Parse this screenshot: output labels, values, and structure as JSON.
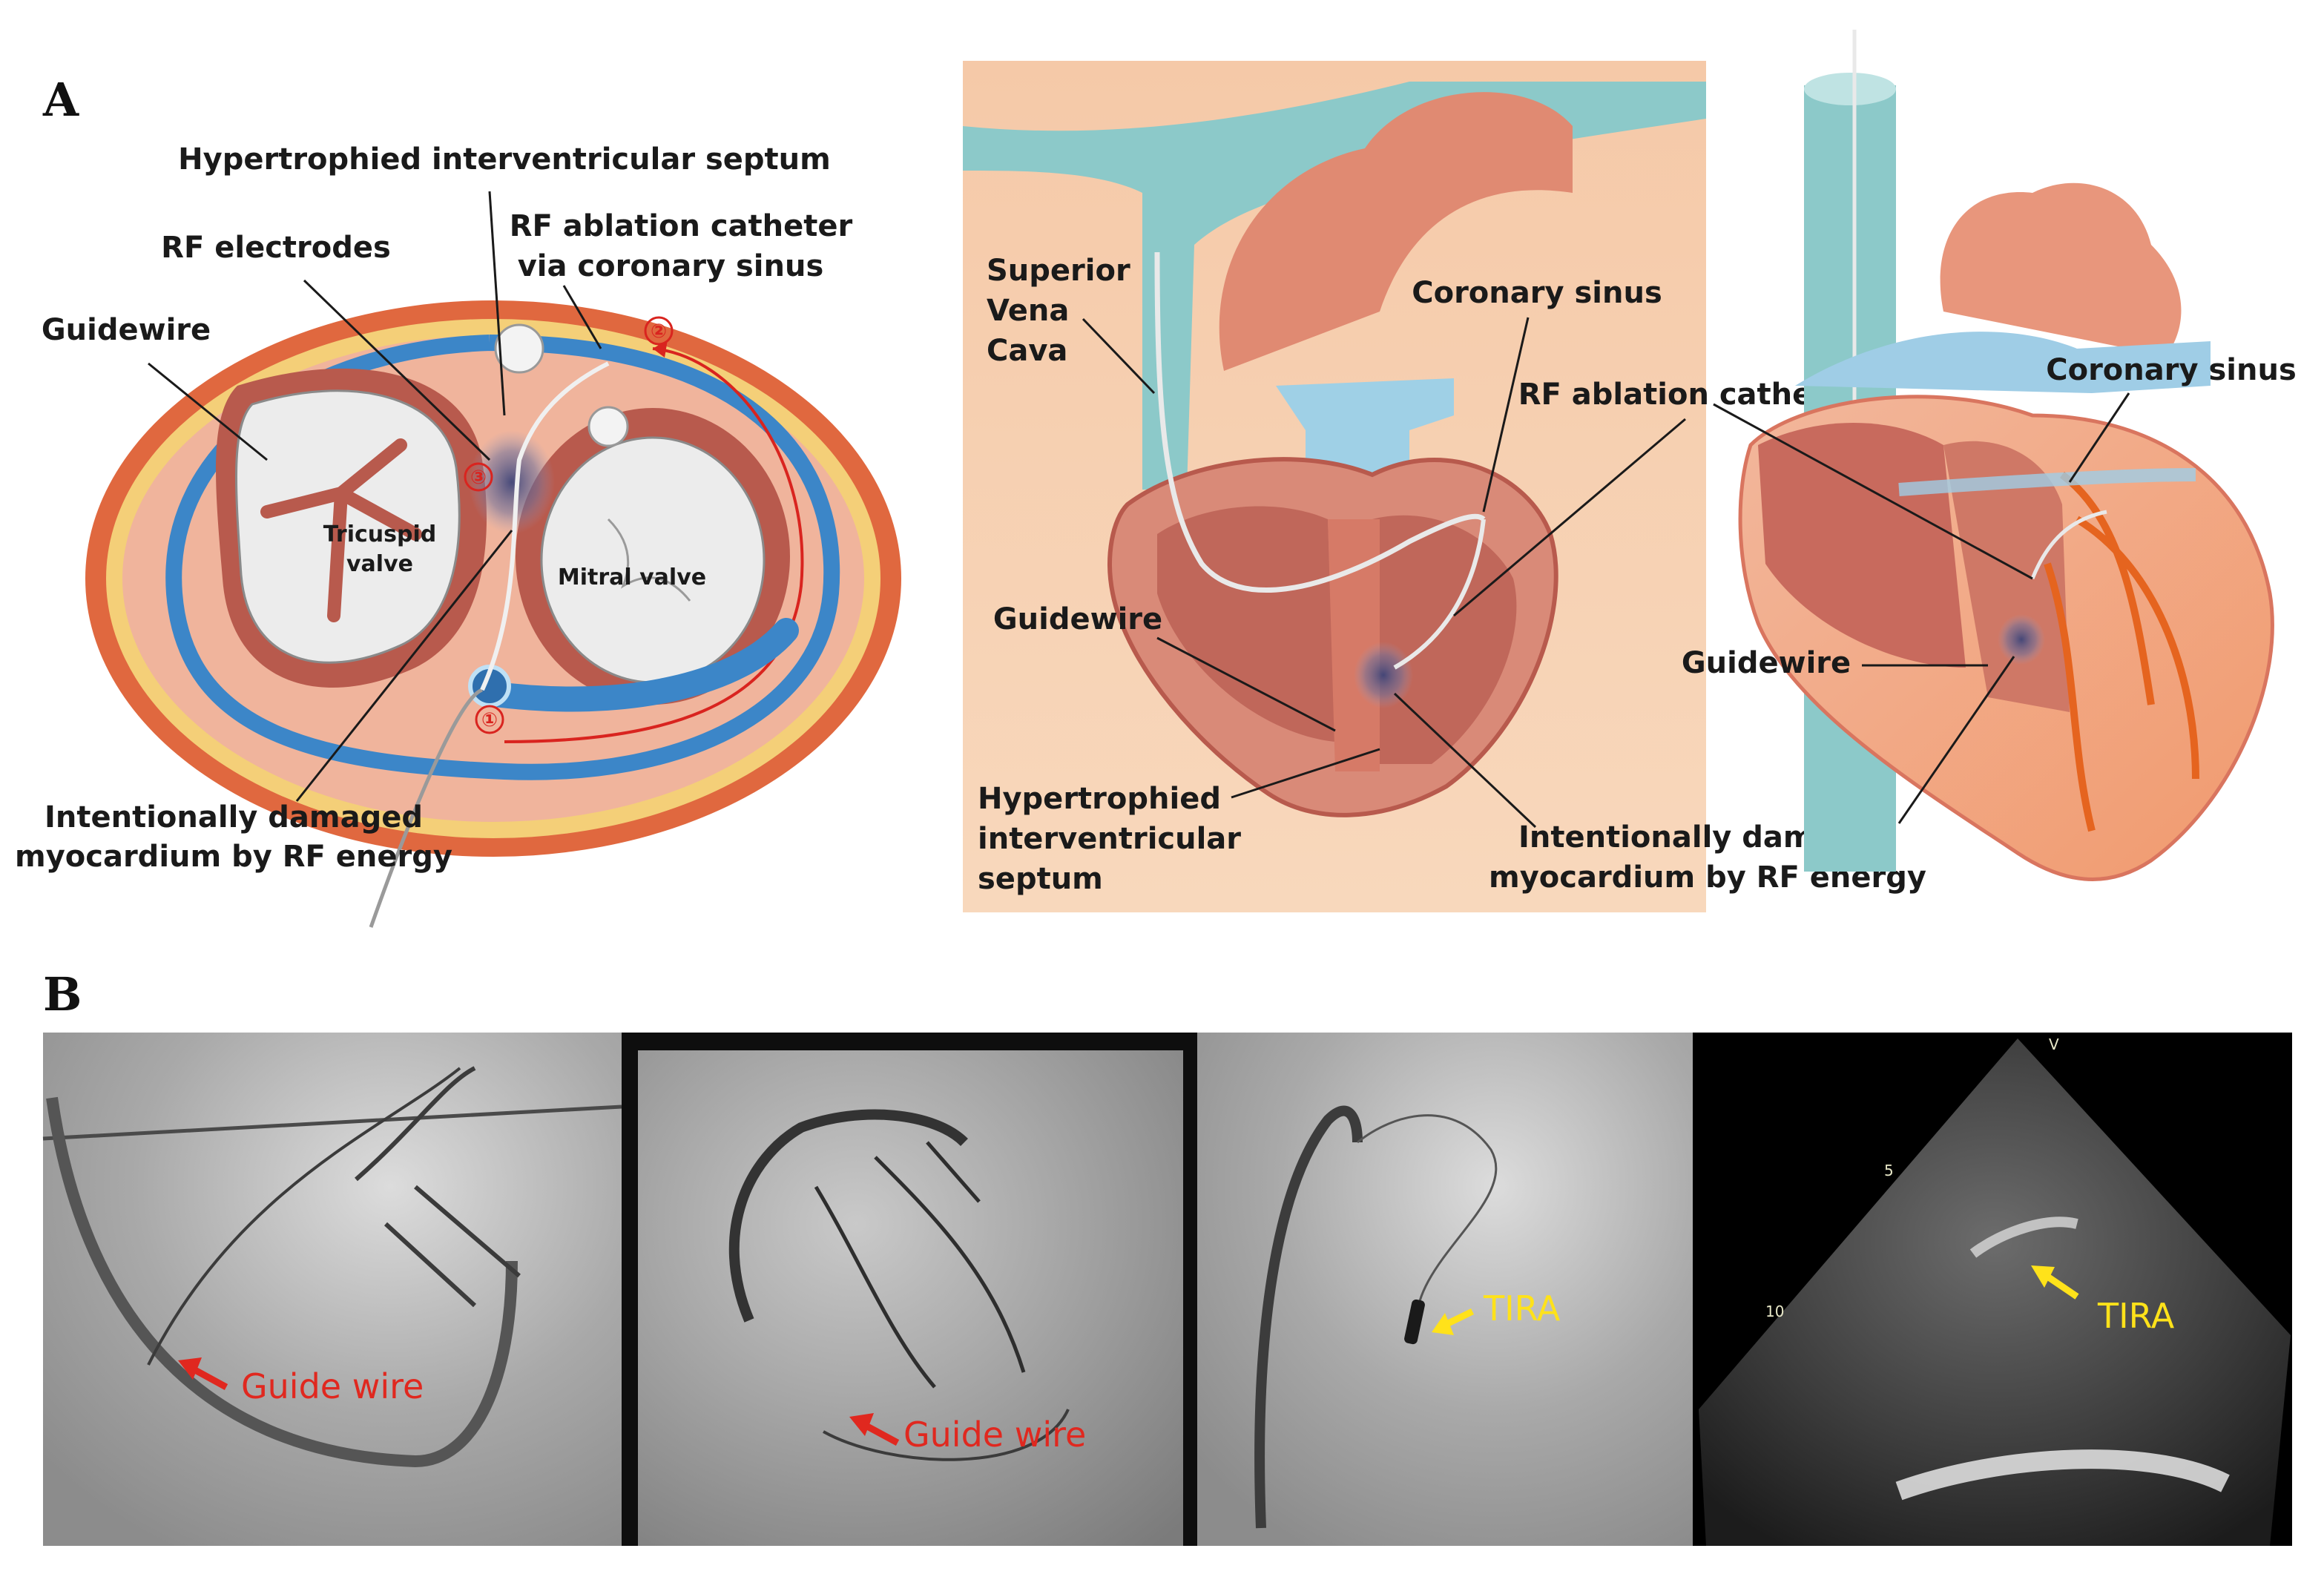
{
  "panels": {
    "a": "A",
    "b": "B"
  },
  "panel_a_left": {
    "labels": {
      "septum": "Hypertrophied interventricular septum",
      "rf_electrodes": "RF electrodes",
      "rf_catheter_line1": "RF ablation catheter",
      "rf_catheter_line2": "via coronary sinus",
      "guidewire": "Guidewire",
      "tricuspid_line1": "Tricuspid",
      "tricuspid_line2": "valve",
      "mitral": "Mitral valve",
      "damaged_line1": "Intentionally damaged",
      "damaged_line2": "myocardium by RF energy"
    },
    "steps": [
      "①",
      "②",
      "③"
    ]
  },
  "panel_a_middle": {
    "labels": {
      "svc_line1": "Superior",
      "svc_line2": "Vena",
      "svc_line3": "Cava",
      "coronary_sinus": "Coronary sinus",
      "rf_catheter": "RF ablation catheter",
      "guidewire": "Guidewire",
      "septum_line1": "Hypertrophied",
      "septum_line2": "interventricular",
      "septum_line3": "septum",
      "damaged_line1": "Intentionally damaged",
      "damaged_line2": "myocardium by RF energy"
    }
  },
  "panel_a_right": {
    "labels": {
      "coronary_sinus": "Coronary sinus",
      "guidewire": "Guidewire"
    }
  },
  "panel_b": {
    "image1": {
      "annotation": "Guide wire",
      "color": "#e0281f"
    },
    "image2": {
      "annotation": "Guide wire",
      "color": "#e0281f"
    },
    "image3": {
      "annotation": "TIRA",
      "color": "#ffe21a"
    },
    "image4": {
      "annotation": "TIRA",
      "color": "#ffe21a",
      "ticks": [
        "V",
        "5",
        "10"
      ]
    }
  },
  "colors": {
    "myocardium": "#e8a58e",
    "muscle_dark": "#b8574a",
    "vessel_blue": "#3c86c8",
    "svc": "#8cc9c9",
    "fat": "#f3d27a",
    "lesion": "#5a5f8a"
  }
}
